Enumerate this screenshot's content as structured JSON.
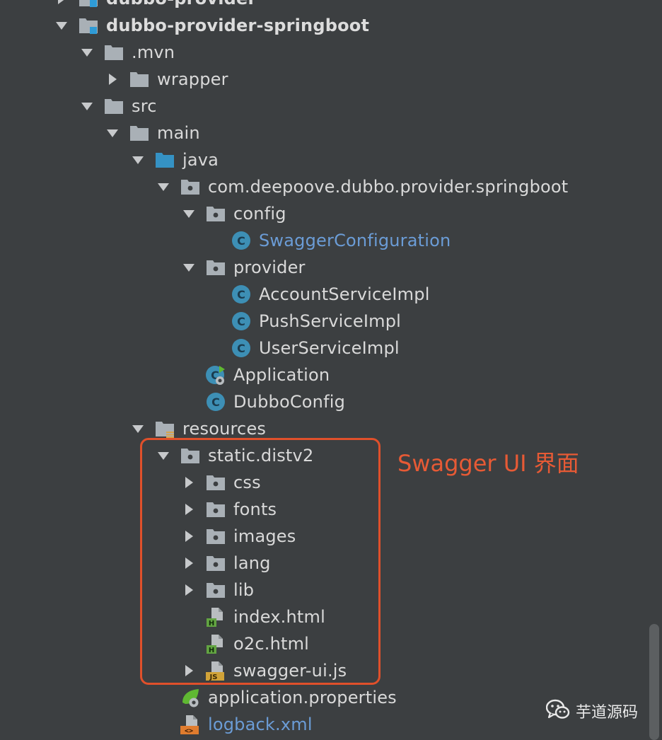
{
  "tree": {
    "items": [
      {
        "label": "dubbo-provider",
        "icon": "module-folder-icon",
        "arrow": "collapsed",
        "depth": 0,
        "style": "bold",
        "partial": true
      },
      {
        "label": "dubbo-provider-springboot",
        "icon": "module-folder-icon",
        "arrow": "expanded",
        "depth": 0,
        "style": "bold"
      },
      {
        "label": ".mvn",
        "icon": "folder-icon",
        "arrow": "expanded",
        "depth": 1
      },
      {
        "label": "wrapper",
        "icon": "folder-icon",
        "arrow": "collapsed",
        "depth": 2
      },
      {
        "label": "src",
        "icon": "folder-icon",
        "arrow": "expanded",
        "depth": 1
      },
      {
        "label": "main",
        "icon": "folder-icon",
        "arrow": "expanded",
        "depth": 2
      },
      {
        "label": "java",
        "icon": "source-folder-icon",
        "arrow": "expanded",
        "depth": 3
      },
      {
        "label": "com.deepoove.dubbo.provider.springboot",
        "icon": "package-icon",
        "arrow": "expanded",
        "depth": 4
      },
      {
        "label": "config",
        "icon": "package-icon",
        "arrow": "expanded",
        "depth": 5
      },
      {
        "label": "SwaggerConfiguration",
        "icon": "java-class-icon",
        "arrow": "none",
        "depth": 6,
        "style": "blue"
      },
      {
        "label": "provider",
        "icon": "package-icon",
        "arrow": "expanded",
        "depth": 5
      },
      {
        "label": "AccountServiceImpl",
        "icon": "java-class-icon",
        "arrow": "none",
        "depth": 6
      },
      {
        "label": "PushServiceImpl",
        "icon": "java-class-icon",
        "arrow": "none",
        "depth": 6
      },
      {
        "label": "UserServiceImpl",
        "icon": "java-class-icon",
        "arrow": "none",
        "depth": 6
      },
      {
        "label": "Application",
        "icon": "spring-boot-app-icon",
        "arrow": "none",
        "depth": 5
      },
      {
        "label": "DubboConfig",
        "icon": "java-class-icon",
        "arrow": "none",
        "depth": 5
      },
      {
        "label": "resources",
        "icon": "resources-folder-icon",
        "arrow": "expanded",
        "depth": 3
      },
      {
        "label": "static.distv2",
        "icon": "package-icon",
        "arrow": "expanded",
        "depth": 4
      },
      {
        "label": "css",
        "icon": "package-icon",
        "arrow": "collapsed",
        "depth": 5
      },
      {
        "label": "fonts",
        "icon": "package-icon",
        "arrow": "collapsed",
        "depth": 5
      },
      {
        "label": "images",
        "icon": "package-icon",
        "arrow": "collapsed",
        "depth": 5
      },
      {
        "label": "lang",
        "icon": "package-icon",
        "arrow": "collapsed",
        "depth": 5
      },
      {
        "label": "lib",
        "icon": "package-icon",
        "arrow": "collapsed",
        "depth": 5
      },
      {
        "label": "index.html",
        "icon": "html-file-icon",
        "arrow": "none",
        "depth": 5
      },
      {
        "label": "o2c.html",
        "icon": "html-file-icon",
        "arrow": "none",
        "depth": 5
      },
      {
        "label": "swagger-ui.js",
        "icon": "js-file-icon",
        "arrow": "collapsed",
        "depth": 5
      },
      {
        "label": "application.properties",
        "icon": "spring-properties-icon",
        "arrow": "none",
        "depth": 4
      },
      {
        "label": "logback.xml",
        "icon": "xml-file-icon",
        "arrow": "none",
        "depth": 4,
        "style": "blue"
      }
    ]
  },
  "annotation": {
    "text": "Swagger UI 界面",
    "color": "#e75a35"
  },
  "watermark": {
    "text": "芋道源码",
    "icon": "wechat-icon"
  },
  "colors": {
    "background": "#3c3f41",
    "text": "#d9d9d9",
    "highlight_border": "#e0502b",
    "class_icon": "#3d8fb5",
    "folder": "#a9b0b6"
  }
}
